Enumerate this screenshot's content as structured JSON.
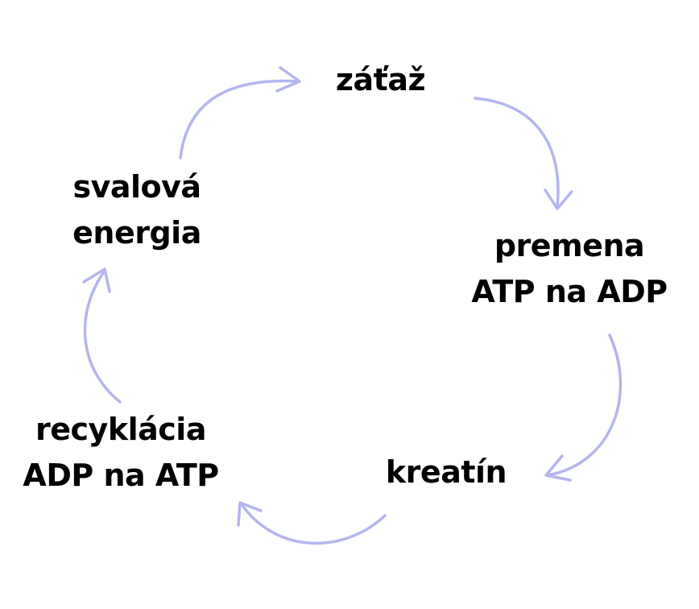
{
  "diagram": {
    "arrow_color": "#b4b6f0",
    "text_color": "#000000",
    "nodes": [
      {
        "lines": [
          "záťaž"
        ]
      },
      {
        "lines": [
          "premena",
          "ATP na ADP"
        ]
      },
      {
        "lines": [
          "kreatín"
        ]
      },
      {
        "lines": [
          "recyklácia",
          "ADP na ATP"
        ]
      },
      {
        "lines": [
          "svalová",
          "energia"
        ]
      }
    ]
  }
}
